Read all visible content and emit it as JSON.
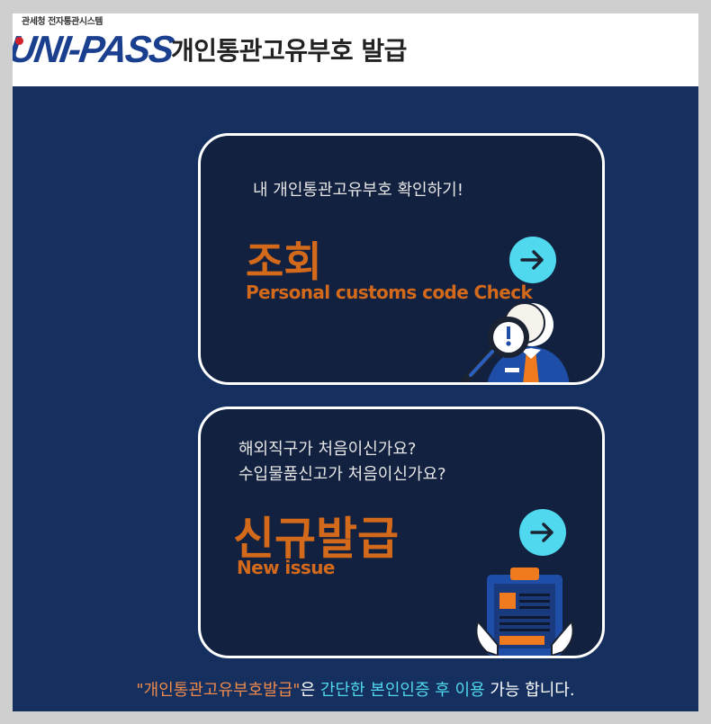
{
  "header": {
    "logo_sub": "관세청 전자통관시스템",
    "logo_mark": "UNI-PASS",
    "title": "개인통관고유부호  발급"
  },
  "cards": [
    {
      "subtitle_lines": [
        "내 개인통관고유부호 확인하기!"
      ],
      "title_ko": "조회",
      "title_en": "Personal customs code Check",
      "arrow_icon": "arrow-right-icon",
      "illustration": "person-magnifier-icon"
    },
    {
      "subtitle_lines": [
        "해외직구가 처음이신가요?",
        "수입물품신고가 처음이신가요?"
      ],
      "title_ko": "신규발급",
      "title_en": "New issue",
      "arrow_icon": "arrow-right-icon",
      "illustration": "clipboard-document-icon"
    }
  ],
  "notice": {
    "quoted": "\"개인통관고유부호발급\"",
    "part1": "은 ",
    "cyan": "간단한 본인인증 후 이용",
    "part2": " 가능 합니다."
  },
  "colors": {
    "background": "#152f5e",
    "card": "#12213f",
    "accent_orange": "#d3691a",
    "accent_cyan": "#4fd8ee"
  }
}
